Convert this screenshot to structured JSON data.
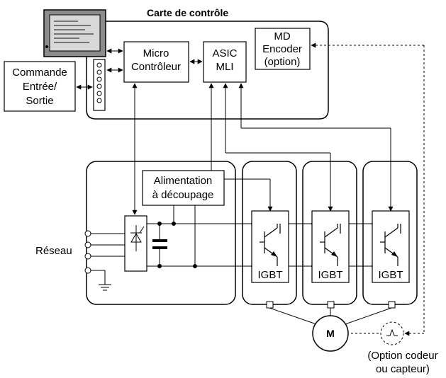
{
  "control_board": {
    "title": "Carte de contrôle"
  },
  "micro": {
    "line1": "Micro",
    "line2": "Contrôleur"
  },
  "asic": {
    "line1": "ASIC",
    "line2": "MLI"
  },
  "md_encoder": {
    "line1": "MD",
    "line2": "Encoder",
    "line3": "(option)"
  },
  "io": {
    "line1": "Commande",
    "line2": "Entrée/",
    "line3": "Sortie"
  },
  "psu": {
    "line1": "Alimentation",
    "line2": "à découpage"
  },
  "network": {
    "label": "Réseau"
  },
  "igbt": {
    "label": "IGBT"
  },
  "motor": {
    "label": "M"
  },
  "encoder_option": {
    "line1": "(Option codeur",
    "line2": "ou capteur)"
  },
  "colors": {
    "line": "#000000",
    "background": "#ffffff",
    "screen": "#b8b8b8"
  }
}
